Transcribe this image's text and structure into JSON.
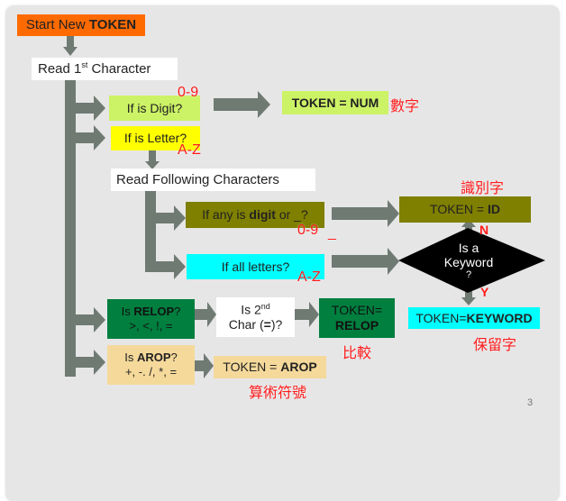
{
  "slide": {
    "page_number": "3"
  },
  "nodes": {
    "start": {
      "pre": "Start New ",
      "bold": "TOKEN",
      "color": "#ff6a00"
    },
    "read_first": {
      "pre": "Read 1",
      "sup": "st",
      "post": " Character",
      "color": "#ffffff"
    },
    "is_digit": {
      "text": "If is Digit?",
      "color": "#ccf266"
    },
    "token_num": {
      "text": "TOKEN = NUM",
      "color": "#ccf266"
    },
    "is_letter": {
      "text": "If is Letter?",
      "color": "#ffff00"
    },
    "read_following": {
      "text": "Read Following Characters",
      "color": "#ffffff"
    },
    "any_digit": {
      "pre": "If any is ",
      "bold": "digit",
      "post": " or _?",
      "color": "#7f7f00"
    },
    "token_id": {
      "pre": "TOKEN = ",
      "bold": "ID",
      "color": "#7f7f00"
    },
    "all_letters": {
      "text": "If all letters?",
      "color": "#00ffff"
    },
    "is_keyword": {
      "line1": "Is a",
      "line2": "Keyword",
      "line3": "?",
      "color": "#000000"
    },
    "token_keyword": {
      "pre": "TOKEN=",
      "bold": "KEYWORD",
      "color": "#00ffff"
    },
    "is_relop": {
      "pre": "Is ",
      "bold": "RELOP",
      "post": "?",
      "line2": ">, <, !, =",
      "color": "#007f3f"
    },
    "is_second": {
      "pre": "Is 2",
      "sup": "nd",
      "line2_pre": "Char (",
      "line2_bold": "=",
      "line2_post": ")?",
      "color": "#ffffff"
    },
    "token_relop": {
      "line1": "TOKEN=",
      "line2": "RELOP",
      "color": "#007f3f"
    },
    "is_arop": {
      "pre": "Is ",
      "bold": "AROP",
      "post": "?",
      "line2": "+, -. /, *, =",
      "color": "#f5d99b"
    },
    "token_arop": {
      "pre": "TOKEN = ",
      "bold": "AROP",
      "color": "#f5d99b"
    }
  },
  "annotations": {
    "digit_range": "0-9",
    "letter_range": "A-Z",
    "num_label": "數字",
    "id_label": "識別字",
    "digit_range2": "0-9",
    "underscore": "_",
    "letter_range2": "A-Z",
    "no": "N",
    "yes": "Y",
    "keyword_label": "保留字",
    "relop_label": "比較",
    "arop_label": "算術符號"
  },
  "colors": {
    "arrow": "#6f7a73",
    "annotation": "#ff1a1a"
  }
}
